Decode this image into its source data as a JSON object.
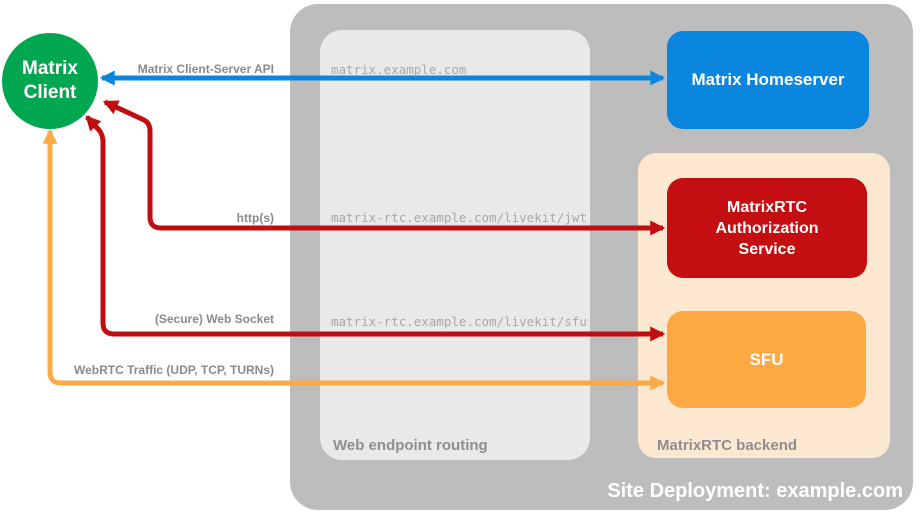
{
  "client": {
    "line1": "Matrix",
    "line2": "Client"
  },
  "homeserver": {
    "label": "Matrix Homeserver"
  },
  "backend": {
    "label": "MatrixRTC backend",
    "auth_label": "MatrixRTC Authorization Service",
    "sfu_label": "SFU"
  },
  "routing": {
    "label": "Web endpoint routing",
    "endpoints": [
      "matrix.example.com",
      "matrix-rtc.example.com/livekit/jwt",
      "matrix-rtc.example.com/livekit/sfu"
    ]
  },
  "site": {
    "label": "Site Deployment: example.com"
  },
  "arrow_labels": {
    "client_server_api": "Matrix Client-Server API",
    "https": "http(s)",
    "websocket": "(Secure) Web Socket",
    "webrtc": "WebRTC Traffic (UDP, TCP, TURNs)"
  },
  "colors": {
    "client_green": "#00a650",
    "homeserver_blue": "#0b86de",
    "auth_red": "#c40e12",
    "sfu_orange": "#fca943",
    "backend_peach": "#fce8d0",
    "site_container_gray": "#bdbdbd",
    "routing_box_gray": "#e9e9e9",
    "arrow_blue": "#0b86de",
    "arrow_red": "#c00d10",
    "arrow_orange": "#fbaa47",
    "label_gray": "#8a8a8a"
  }
}
